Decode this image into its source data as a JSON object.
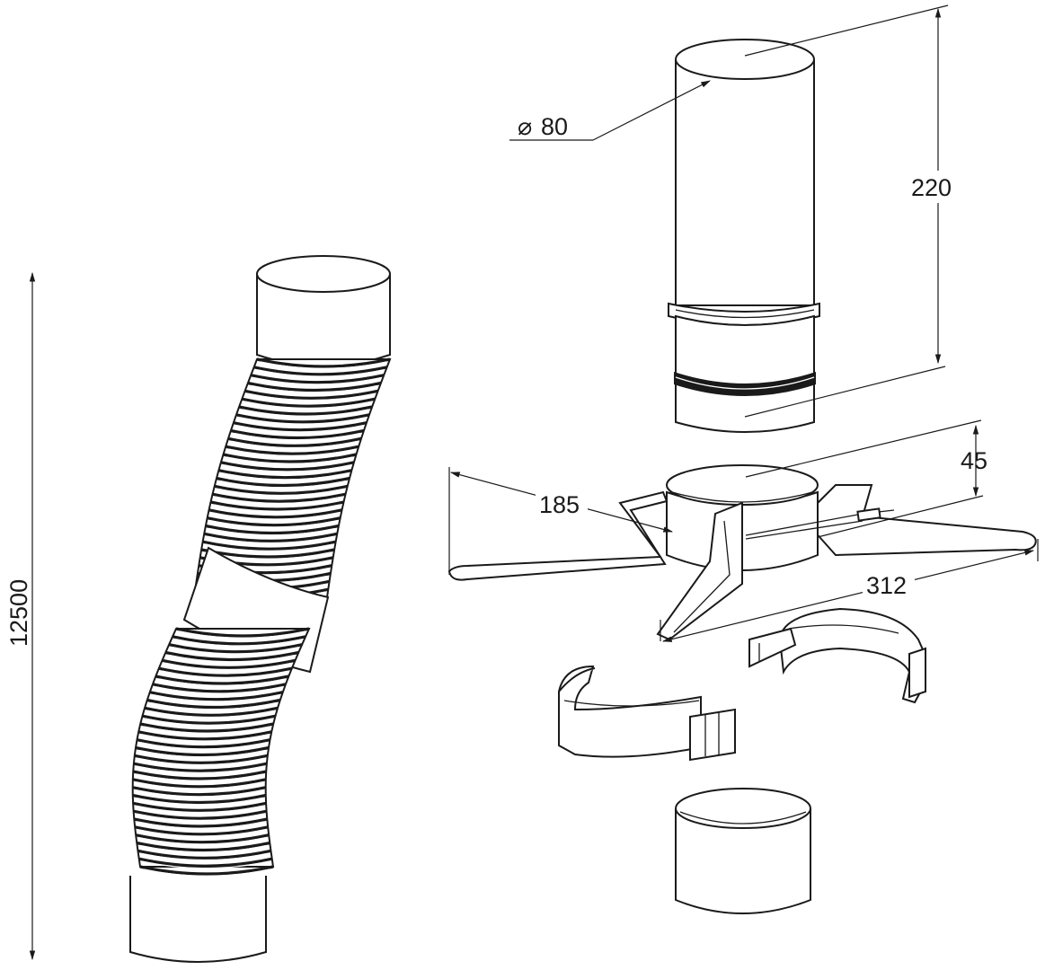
{
  "dimensions": {
    "diameter": "80",
    "diameter_symbol": "⌀",
    "height_pipe": "220",
    "height_support": "45",
    "arm_length": "185",
    "width_support": "312",
    "total_length": "12500"
  }
}
